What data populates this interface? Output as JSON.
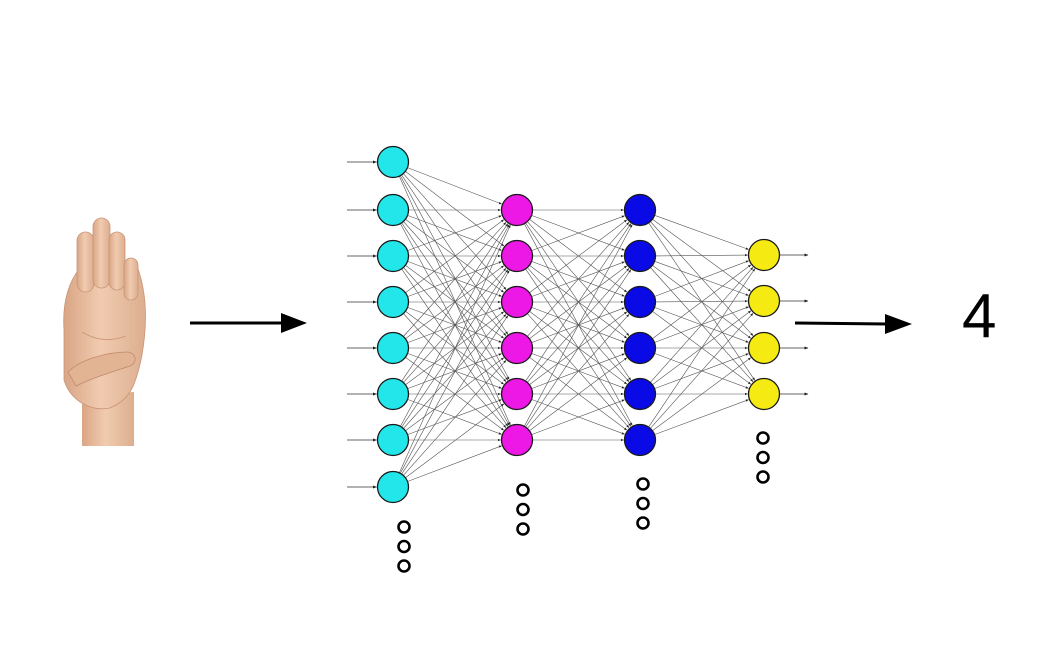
{
  "output": {
    "value": "4"
  },
  "network": {
    "layers": [
      {
        "role": "input",
        "node_count": 8,
        "color": "#22e6ea"
      },
      {
        "role": "hidden",
        "node_count": 6,
        "color": "#ee18e6"
      },
      {
        "role": "hidden",
        "node_count": 6,
        "color": "#0a0ae6"
      },
      {
        "role": "output",
        "node_count": 4,
        "color": "#f5ea12"
      }
    ],
    "connection_color": "#555555",
    "node_outline": "#1a1a1a"
  },
  "icons": {
    "input_image": "hand-showing-four-fingers-icon",
    "arrow": "right-arrow-icon",
    "continuation": "vertical-ellipsis-circles-icon"
  },
  "colors": {
    "skin": "#ecc3a4",
    "skin_shadow": "#d9a585",
    "arrow": "#000000"
  }
}
